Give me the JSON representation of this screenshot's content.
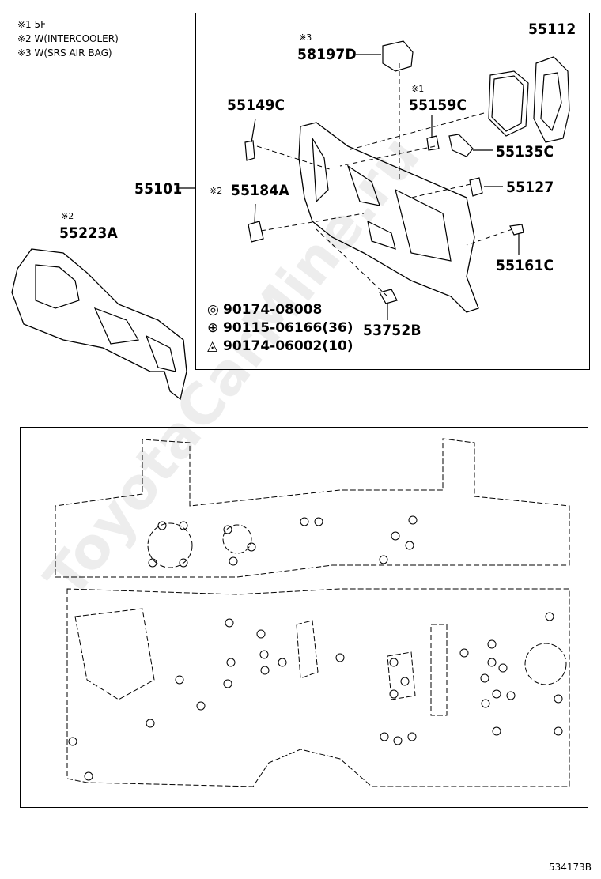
{
  "notes": [
    "※1 5F",
    "※2 W(INTERCOOLER)",
    "※3 W(SRS AIR BAG)"
  ],
  "parts": {
    "p55112": "55112",
    "p58197D": "58197D",
    "p58197D_mark": "※3",
    "p55159C": "55159C",
    "p55159C_mark": "※1",
    "p55149C": "55149C",
    "p55135C": "55135C",
    "p55101": "55101",
    "p55184A": "55184A",
    "p55184A_mark": "※2",
    "p55127": "55127",
    "p55223A": "55223A",
    "p55223A_mark": "※2",
    "p55161C": "55161C",
    "p53752B": "53752B"
  },
  "legend": [
    {
      "symbol": "◎",
      "text": "90174-08008"
    },
    {
      "symbol": "⊕",
      "text": "90115-06166(36)"
    },
    {
      "symbol": "◬",
      "text": "90174-06002(10)"
    }
  ],
  "diagram_code": "534173B",
  "watermark": "ToyotaCarMine.ru"
}
